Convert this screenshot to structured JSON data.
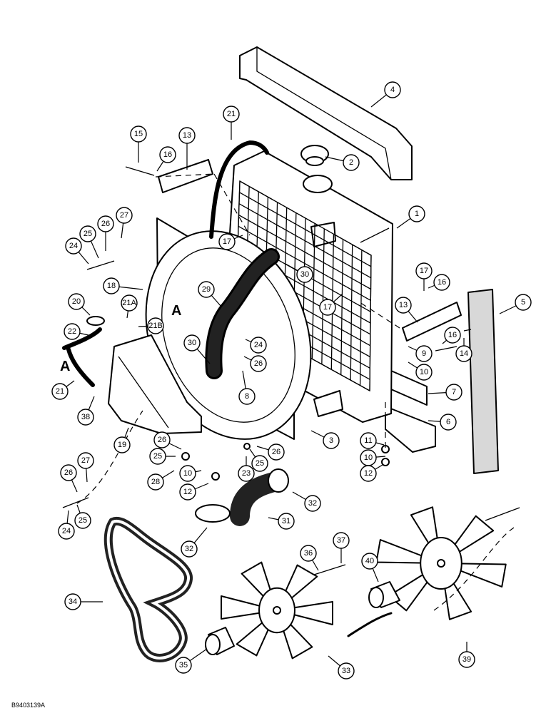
{
  "drawing_code": "B9403139A",
  "letter_markers": [
    "A",
    "A"
  ],
  "callouts": [
    "1",
    "2",
    "3",
    "4",
    "5",
    "6",
    "7",
    "8",
    "9",
    "10",
    "10",
    "10",
    "11",
    "12",
    "12",
    "13",
    "13",
    "14",
    "15",
    "16",
    "16",
    "16",
    "17",
    "17",
    "17",
    "18",
    "19",
    "20",
    "21",
    "21",
    "21A",
    "21B",
    "22",
    "23",
    "24",
    "24",
    "24",
    "25",
    "25",
    "25",
    "25",
    "26",
    "26",
    "26",
    "26",
    "26",
    "27",
    "27",
    "28",
    "29",
    "30",
    "30",
    "31",
    "32",
    "32",
    "33",
    "34",
    "35",
    "36",
    "37",
    "38",
    "39",
    "40"
  ]
}
